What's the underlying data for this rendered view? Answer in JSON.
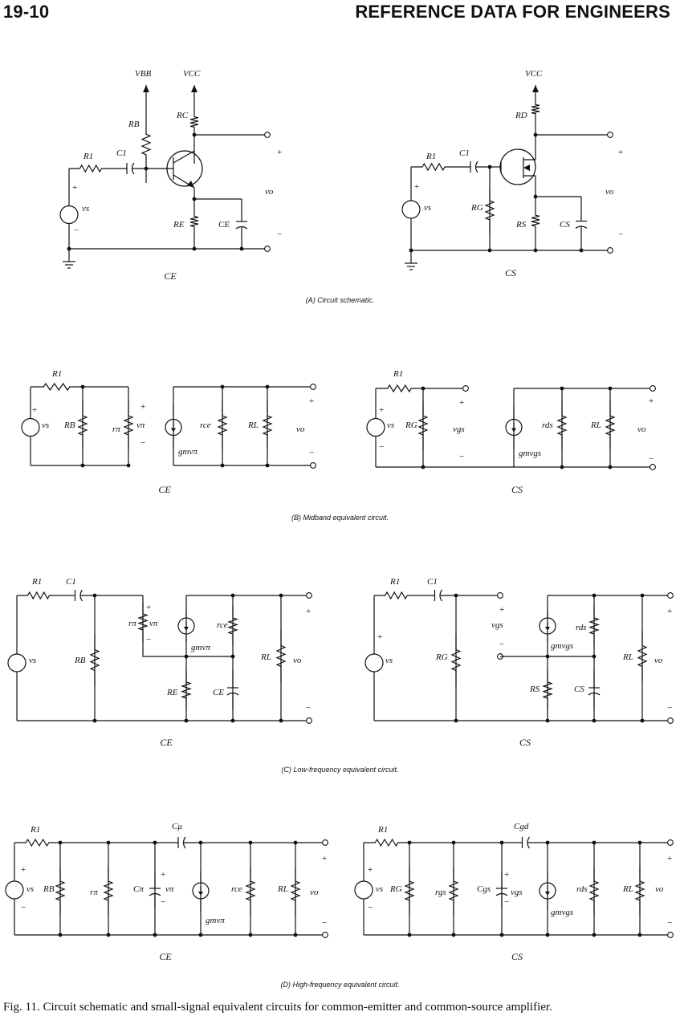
{
  "header": {
    "page_number": "19-10",
    "running_title": "REFERENCE DATA FOR ENGINEERS"
  },
  "captions": {
    "a": "(A) Circuit schematic.",
    "b": "(B) Midband equivalent circuit.",
    "c": "(C) Low-frequency equivalent circuit.",
    "d": "(D) High-frequency equivalent circuit."
  },
  "sublabels": {
    "ce": "CE",
    "cs": "CS"
  },
  "figure_caption": "Fig. 11. Circuit schematic and small-signal equivalent circuits for common-emitter and common-source amplifier.",
  "symbols": {
    "VBB": "VBB",
    "VCC": "VCC",
    "RB": "RB",
    "RC": "RC",
    "R1": "R1",
    "C1": "C1",
    "RE": "RE",
    "CE": "CE",
    "RD": "RD",
    "RG": "RG",
    "RS": "RS",
    "CS": "CS",
    "vs": "vs",
    "vo": "vo",
    "plus": "+",
    "minus": "−",
    "rpi": "rπ",
    "vpi": "vπ",
    "rce": "rce",
    "RL": "RL",
    "gmvpi": "gmvπ",
    "vgs": "vgs",
    "rds": "rds",
    "gmvgs": "gmvgs",
    "Cmu": "Cμ",
    "Cpi": "Cπ",
    "Cgd": "Cgd",
    "Cgs": "Cgs",
    "rgs": "rgs"
  }
}
